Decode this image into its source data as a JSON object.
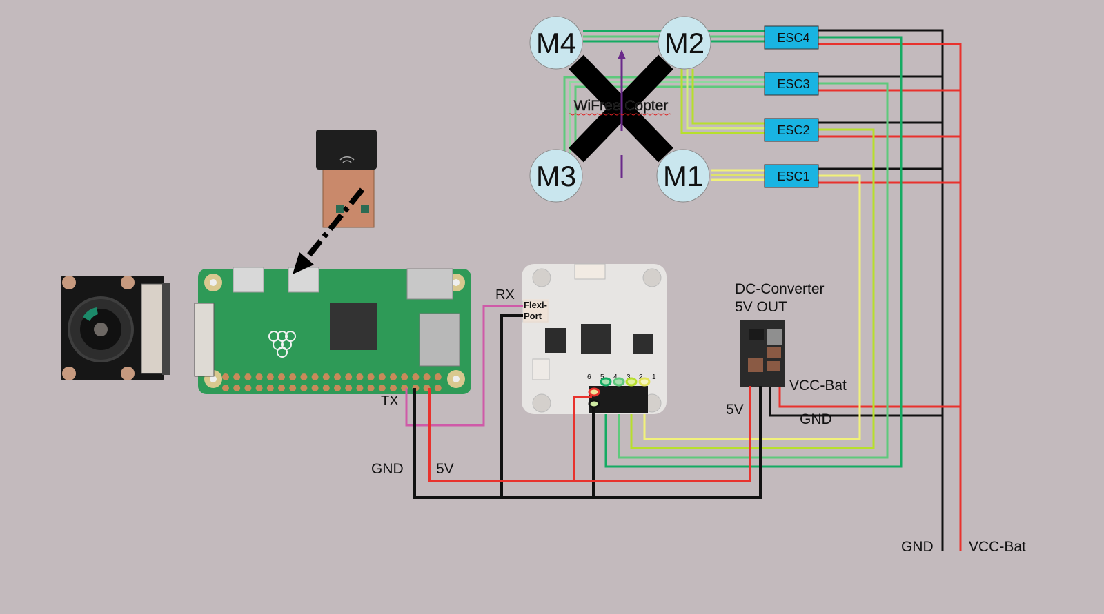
{
  "title": "WiFree Copter",
  "colors": {
    "background": "#c3babd",
    "motor_fill": "#c9e6ee",
    "esc_fill": "#19b4e2",
    "gnd": "#111111",
    "vcc": "#e8322d",
    "tx_rx": "#cf5aa8",
    "sig1": "#f1f17a",
    "sig2": "#b7df2d",
    "sig3": "#5ec97c",
    "sig4": "#14ab62",
    "arrow": "#6a2a8a"
  },
  "motors": [
    {
      "id": "M4",
      "label": "M4"
    },
    {
      "id": "M2",
      "label": "M2"
    },
    {
      "id": "M3",
      "label": "M3"
    },
    {
      "id": "M1",
      "label": "M1"
    }
  ],
  "escs": [
    {
      "id": "ESC4",
      "label": "ESC4"
    },
    {
      "id": "ESC3",
      "label": "ESC3"
    },
    {
      "id": "ESC2",
      "label": "ESC2"
    },
    {
      "id": "ESC1",
      "label": "ESC1"
    }
  ],
  "components": {
    "camera": "Camera module",
    "pi": "Raspberry Pi Zero",
    "wifi": "USB WiFi dongle",
    "fc": "Flight controller (CC3D)",
    "dc": "DC-Converter"
  },
  "labels": {
    "rx": "RX",
    "tx": "TX",
    "flexi1": "Flexi-",
    "flexi2": "Port",
    "dc_title1": "DC-Converter",
    "dc_title2": "5V OUT",
    "dc_vcc": "VCC-Bat",
    "dc_5v": "5V",
    "dc_gnd": "GND",
    "pi_gnd": "GND",
    "pi_5v": "5V",
    "bat_gnd": "GND",
    "bat_vcc": "VCC-Bat",
    "fc_pins": [
      "6",
      "5",
      "4",
      "3",
      "2",
      "1"
    ]
  }
}
